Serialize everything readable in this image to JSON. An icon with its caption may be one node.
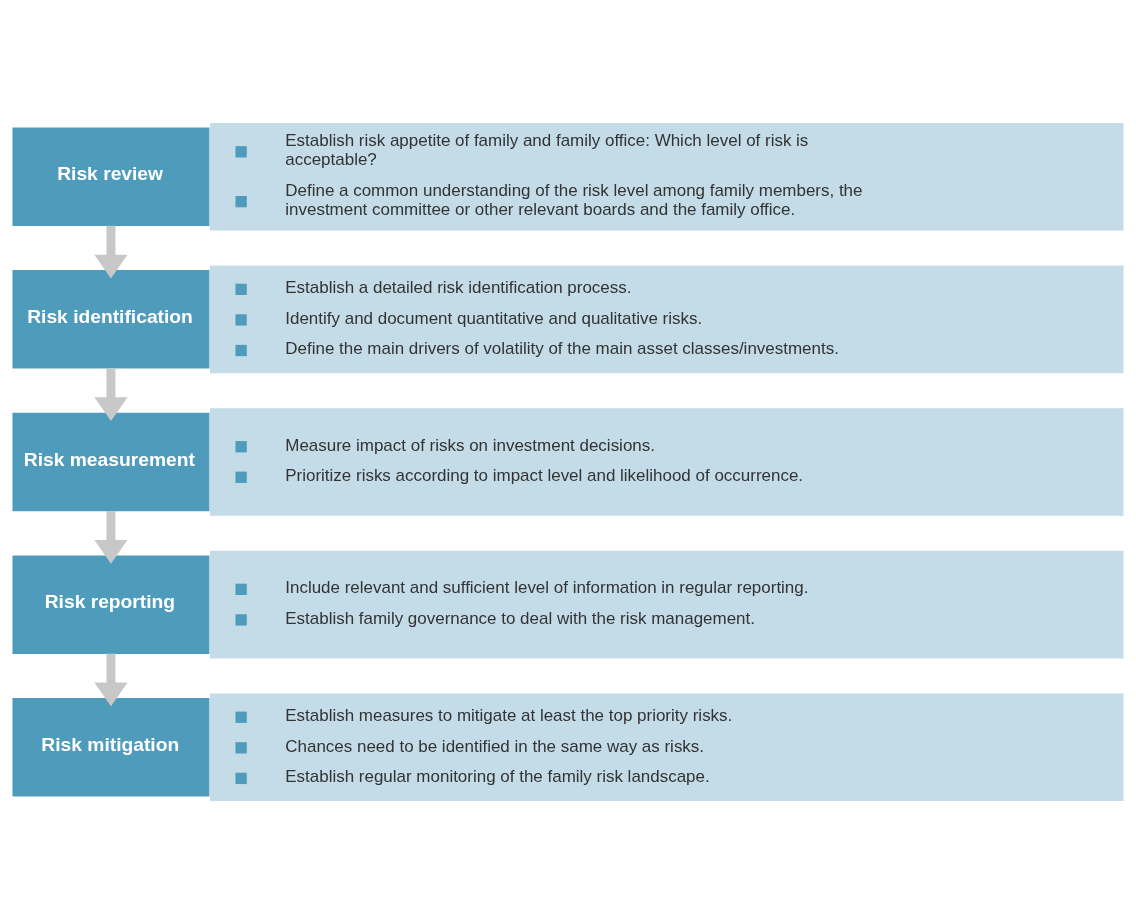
{
  "diagram": {
    "nodes": [
      {
        "text": [
          "Risk review"
        ]
      },
      {
        "text": [
          "Establish risk appetite of family and family office: Which level of risk is acceptable?",
          "Define a common understanding of the risk level among family members, the investment committee or other relevant boards and the family office."
        ]
      },
      {
        "text": [
          "Risk identification"
        ]
      },
      {
        "text": [
          "Establish a detailed risk identification process.",
          "Identify and document quantitative and qualitative risks.",
          "Define the main drivers of volatility of the main asset classes/investments."
        ]
      },
      {
        "text": [
          "Risk measurement"
        ]
      },
      {
        "text": [
          "Measure impact of risks on investment decisions.",
          "Prioritize risks according to impact level and likelihood of occurrence."
        ]
      },
      {
        "text": [
          "Risk reporting"
        ]
      },
      {
        "text": [
          "Include relevant and sufficient level of information in regular reporting.",
          "Establish family governance to deal with the risk management."
        ]
      },
      {
        "text": [
          "Risk mitigation"
        ]
      },
      {
        "text": [
          "Establish measures to mitigate at least the top priority risks.",
          "Chances need to be identified in the same way as risks.",
          "Establish regular monitoring of the family risk landscape."
        ]
      }
    ],
    "edges": [
      {
        "from": 0,
        "to": 2,
        "arrow": "to"
      },
      {
        "from": 2,
        "to": 4,
        "arrow": "to"
      },
      {
        "from": 4,
        "to": 6,
        "arrow": "to"
      },
      {
        "from": 6,
        "to": 8,
        "arrow": "to"
      }
    ]
  }
}
